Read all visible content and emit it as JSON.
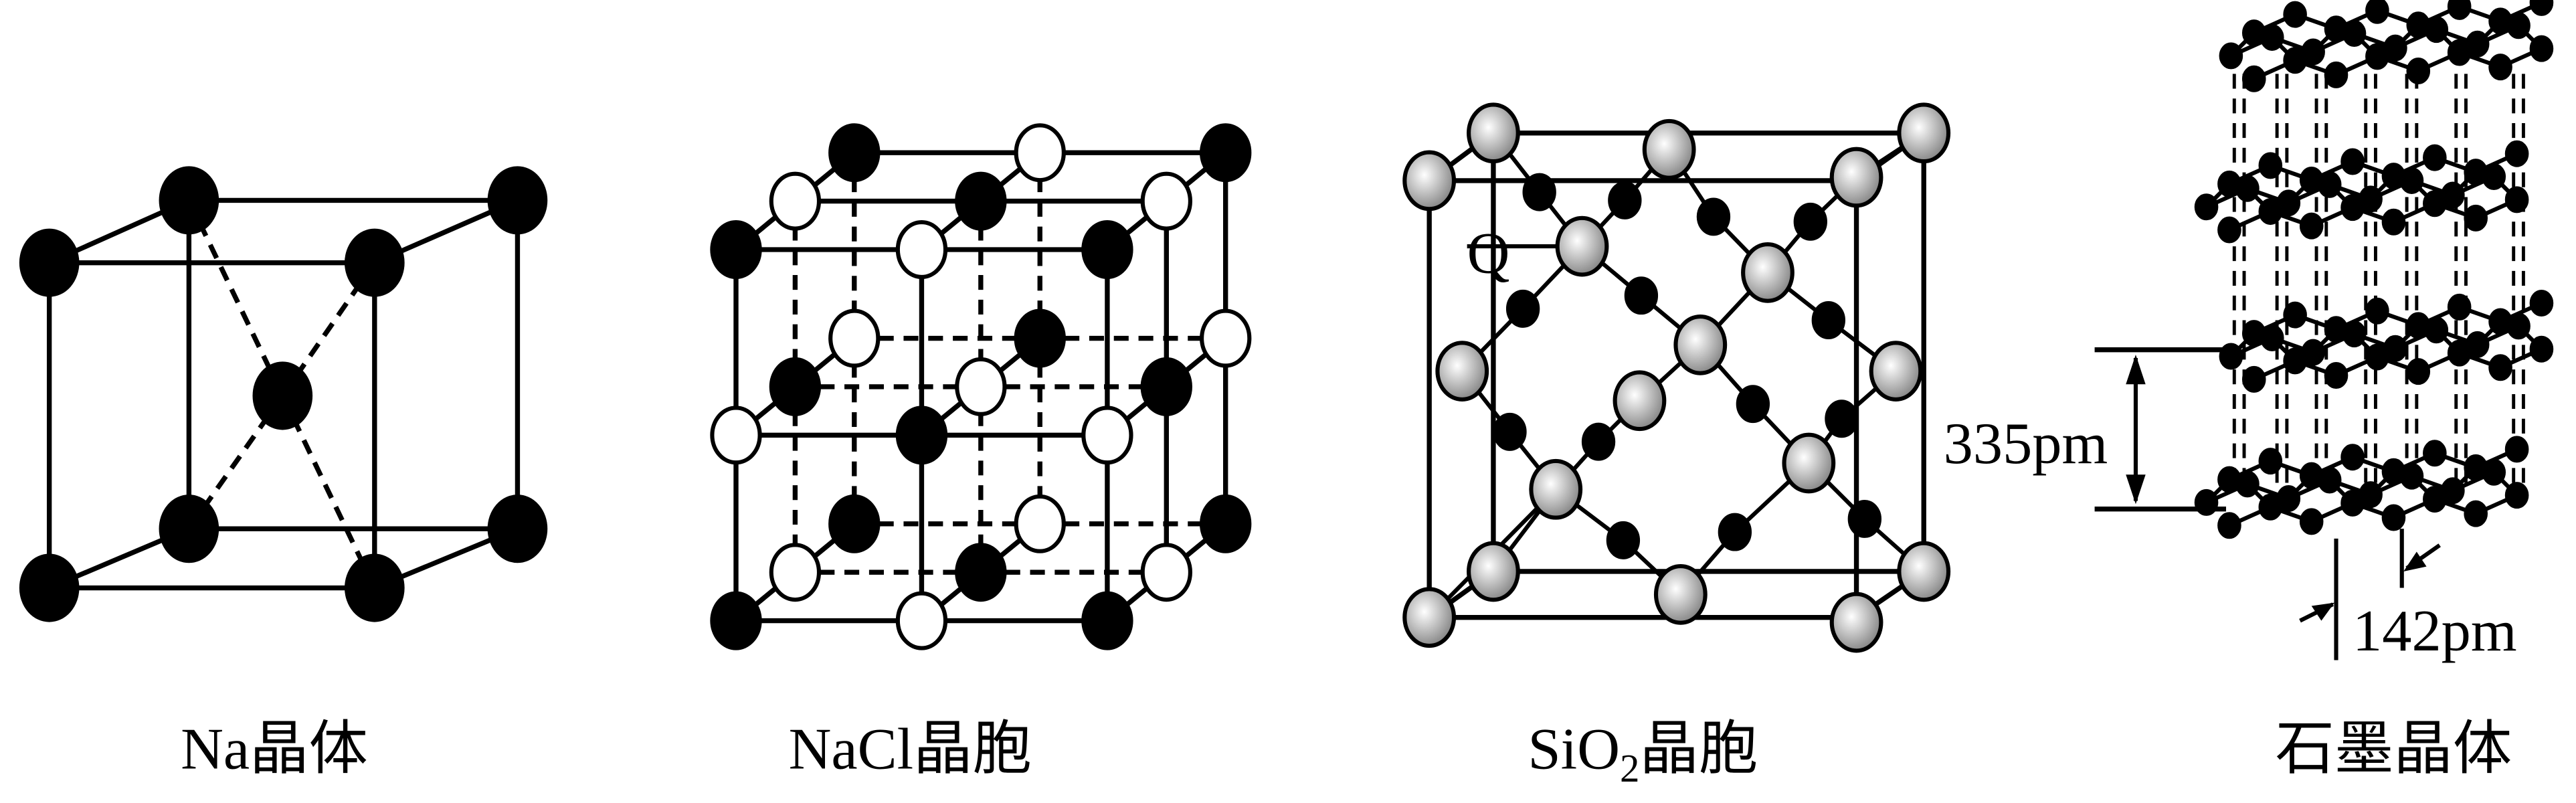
{
  "panels": [
    {
      "id": "na",
      "caption": "Na晶体"
    },
    {
      "id": "nacl",
      "caption": "NaCl晶胞"
    },
    {
      "id": "sio2",
      "caption_main": "SiO",
      "caption_sub": "2",
      "caption_tail": "晶胞",
      "marker_label": "Q"
    },
    {
      "id": "graphite",
      "caption": "石墨晶体",
      "interlayer_distance": "335pm",
      "bond_length": "142pm"
    }
  ],
  "colors": {
    "line": "#000000",
    "atom_dark": "#000000",
    "atom_light": "#ffffff",
    "atom_grey": "#c8c8c8"
  }
}
